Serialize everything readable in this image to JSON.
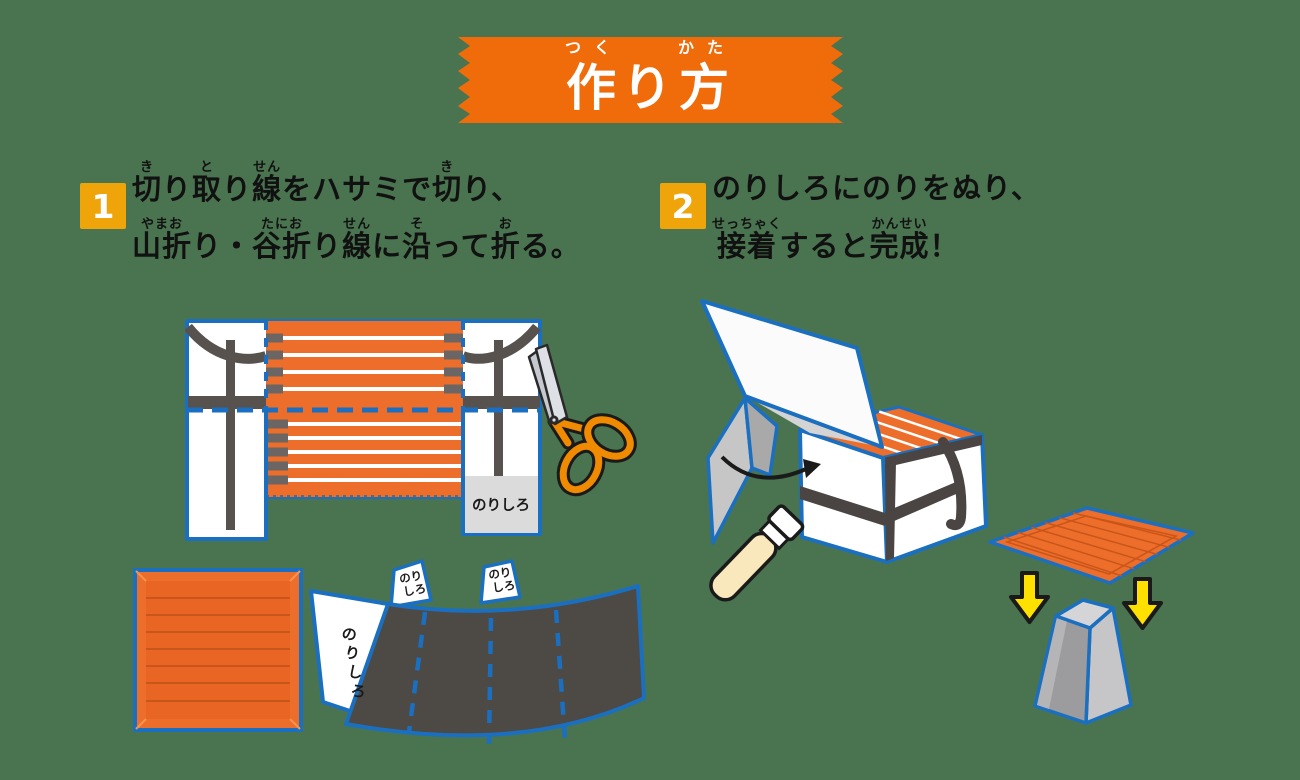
{
  "background_color": "#4A7450",
  "banner": {
    "ribbon_color": "#F06C0A",
    "text_color": "#FFFFFF",
    "title_segments": [
      {
        "base": "作",
        "ruby": "つく"
      },
      {
        "base": "り"
      },
      {
        "base": "方",
        "ruby": "かた"
      }
    ]
  },
  "steps": [
    {
      "number": "1",
      "lines": [
        [
          {
            "base": "切",
            "ruby": "き"
          },
          {
            "base": "り"
          },
          {
            "base": "取",
            "ruby": "と"
          },
          {
            "base": "り"
          },
          {
            "base": "線",
            "ruby": "せん"
          },
          {
            "base": "をハサミで"
          },
          {
            "base": "切",
            "ruby": "き"
          },
          {
            "base": "り、"
          }
        ],
        [
          {
            "base": "山折",
            "ruby": "やまお"
          },
          {
            "base": "り・"
          },
          {
            "base": "谷折",
            "ruby": "たにお"
          },
          {
            "base": "り"
          },
          {
            "base": "線",
            "ruby": "せん"
          },
          {
            "base": "に"
          },
          {
            "base": "沿",
            "ruby": "そ"
          },
          {
            "base": "って"
          },
          {
            "base": "折",
            "ruby": "お"
          },
          {
            "base": "る。"
          }
        ]
      ]
    },
    {
      "number": "2",
      "lines": [
        [
          {
            "base": "のりしろにのりをぬり、"
          }
        ],
        [
          {
            "base": "接着",
            "ruby": "せっちゃく"
          },
          {
            "base": "すると"
          },
          {
            "base": "完成",
            "ruby": "かんせい"
          },
          {
            "base": "！"
          }
        ]
      ]
    }
  ],
  "labels": {
    "glue_tab": "のりしろ",
    "glue_tab_chars": [
      "の",
      "り",
      "し",
      "ろ"
    ],
    "glue_tab_line1": "のり",
    "glue_tab_line2": "しろ"
  },
  "colors": {
    "step_number_bg": "#EFA40A",
    "outline_blue": "#1B6FC0",
    "wood_orange": "#ED6E2A",
    "wood_orange_dark": "#C8551A",
    "strap_dark_gray": "#4A4542",
    "fan_dark": "#4D4944",
    "glue_area_gray": "#DBDBDB",
    "arrow_yellow": "#FFE100",
    "scissors_handle_orange": "#F08A00",
    "glue_stick_body": "#F9E8BC",
    "pedestal_gray": "#9C9C9E"
  }
}
